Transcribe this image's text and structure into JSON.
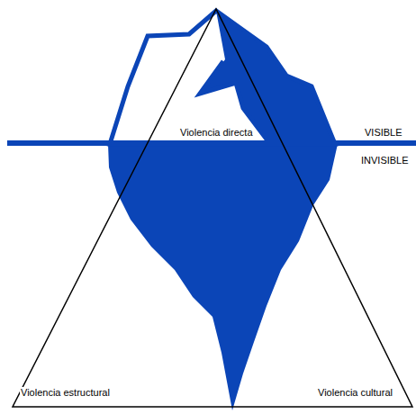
{
  "diagram": {
    "labels": [
      "Violencia directa",
      "VISIBLE",
      "INVISIBLE",
      "Violencia estructural",
      "Violencia cultural"
    ]
  }
}
